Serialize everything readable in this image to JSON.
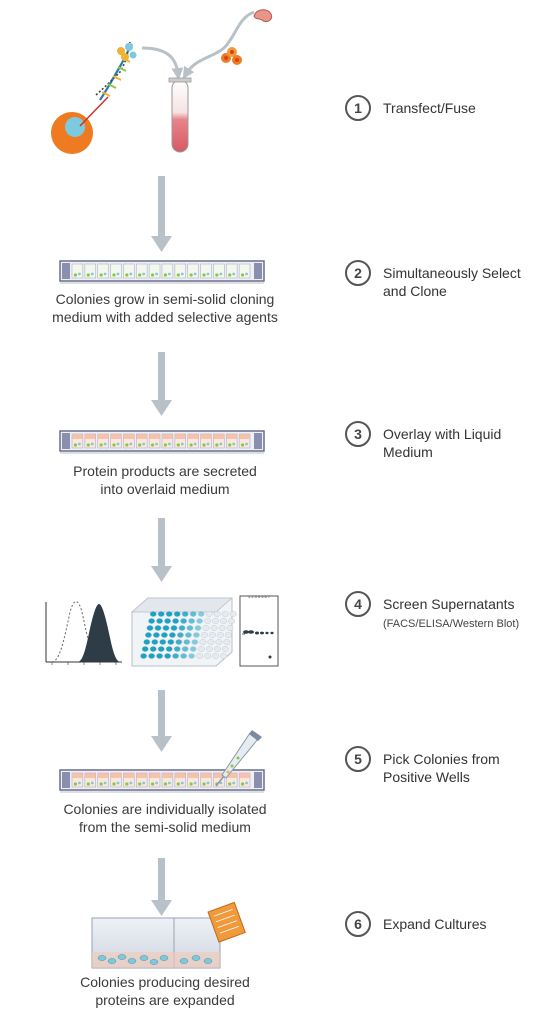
{
  "steps": [
    {
      "number": "1",
      "title_lines": [
        "Transfect/Fuse"
      ],
      "subtitle": ""
    },
    {
      "number": "2",
      "title_lines": [
        "Simultaneously Select",
        "and Clone"
      ],
      "subtitle": ""
    },
    {
      "number": "3",
      "title_lines": [
        "Overlay with Liquid",
        "Medium"
      ],
      "subtitle": ""
    },
    {
      "number": "4",
      "title_lines": [
        "Screen Supernatants"
      ],
      "subtitle": "(FACS/ELISA/Western Blot)"
    },
    {
      "number": "5",
      "title_lines": [
        "Pick Colonies from",
        "Positive Wells"
      ],
      "subtitle": ""
    },
    {
      "number": "6",
      "title_lines": [
        "Expand Cultures"
      ],
      "subtitle": ""
    }
  ],
  "captions": [
    [
      "Colonies grow in semi-solid cloning",
      "medium with added selective agents"
    ],
    [
      "Protein products are secreted",
      "into overlaid medium"
    ],
    [
      "Colonies are individually isolated",
      "from the semi-solid medium"
    ],
    [
      "Colonies producing desired",
      "proteins are expanded"
    ]
  ],
  "blot": {
    "lane_labels": "1 2 3 4 5 6 7"
  },
  "colors": {
    "arrow": "#b8c0c8",
    "cell": "#ee7a22",
    "nucleus": "#7dc9de",
    "tube_liquid": "#e8838a",
    "well_plate": "#1aa3c4",
    "histogram_fill": "#2e3c48",
    "tray": "#6a6f8a"
  }
}
